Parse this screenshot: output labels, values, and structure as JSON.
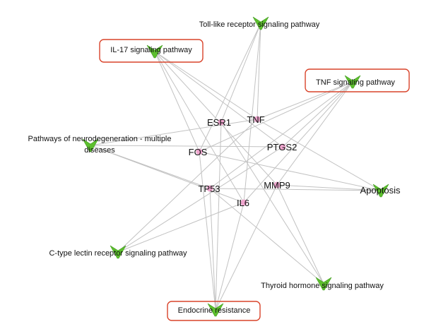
{
  "colors": {
    "edge": "#c2c2c2",
    "pathway_node": "#5dbf2e",
    "pathway_node_dark": "#3f9a1c",
    "gene_node": "#f0a6cf",
    "highlight_border": "#d9432a"
  },
  "pathways": [
    {
      "id": "toll",
      "label_lines": [
        "Toll-like receptor signaling pathway"
      ],
      "highlighted": false
    },
    {
      "id": "il17",
      "label_lines": [
        "IL-17 signaling pathway"
      ],
      "highlighted": true
    },
    {
      "id": "tnfpath",
      "label_lines": [
        "TNF signaling pathway"
      ],
      "highlighted": true
    },
    {
      "id": "neuro",
      "label_lines": [
        "Pathways of neurodegeneration - multiple",
        "diseases"
      ],
      "highlighted": false
    },
    {
      "id": "apoptosis",
      "label_lines": [
        "Apoptosis"
      ],
      "highlighted": false
    },
    {
      "id": "ctype",
      "label_lines": [
        "C-type lectin receptor signaling pathway"
      ],
      "highlighted": false
    },
    {
      "id": "thyroid",
      "label_lines": [
        "Thyroid hormone signaling pathway"
      ],
      "highlighted": false
    },
    {
      "id": "endocrine",
      "label_lines": [
        "Endocrine resistance"
      ],
      "highlighted": true
    }
  ],
  "genes": [
    {
      "id": "esr1",
      "label": "ESR1"
    },
    {
      "id": "tnf",
      "label": "TNF"
    },
    {
      "id": "ptgs2",
      "label": "PTGS2"
    },
    {
      "id": "fos",
      "label": "FOS"
    },
    {
      "id": "tp53",
      "label": "TP53"
    },
    {
      "id": "mmp9",
      "label": "MMP9"
    },
    {
      "id": "il6",
      "label": "IL6"
    }
  ],
  "edges": [
    [
      "toll",
      "esr1"
    ],
    [
      "toll",
      "tnf"
    ],
    [
      "toll",
      "fos"
    ],
    [
      "toll",
      "il6"
    ],
    [
      "il17",
      "tnf"
    ],
    [
      "il17",
      "ptgs2"
    ],
    [
      "il17",
      "fos"
    ],
    [
      "il17",
      "mmp9"
    ],
    [
      "il17",
      "il6"
    ],
    [
      "tnfpath",
      "tnf"
    ],
    [
      "tnfpath",
      "ptgs2"
    ],
    [
      "tnfpath",
      "fos"
    ],
    [
      "tnfpath",
      "mmp9"
    ],
    [
      "tnfpath",
      "il6"
    ],
    [
      "tnfpath",
      "tp53"
    ],
    [
      "neuro",
      "tnf"
    ],
    [
      "neuro",
      "ptgs2"
    ],
    [
      "neuro",
      "tp53"
    ],
    [
      "neuro",
      "il6"
    ],
    [
      "apoptosis",
      "tnf"
    ],
    [
      "apoptosis",
      "fos"
    ],
    [
      "apoptosis",
      "tp53"
    ],
    [
      "apoptosis",
      "mmp9"
    ],
    [
      "ctype",
      "tnf"
    ],
    [
      "ctype",
      "ptgs2"
    ],
    [
      "ctype",
      "il6"
    ],
    [
      "thyroid",
      "esr1"
    ],
    [
      "thyroid",
      "tp53"
    ],
    [
      "thyroid",
      "mmp9"
    ],
    [
      "endocrine",
      "esr1"
    ],
    [
      "endocrine",
      "fos"
    ],
    [
      "endocrine",
      "tp53"
    ],
    [
      "endocrine",
      "mmp9"
    ],
    [
      "endocrine",
      "il6"
    ]
  ]
}
